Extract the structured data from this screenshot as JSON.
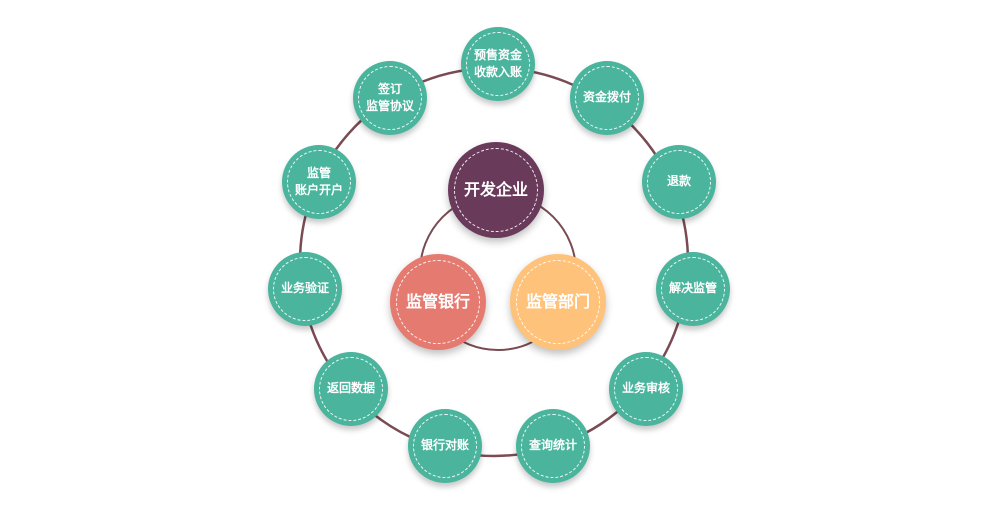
{
  "colors": {
    "outer_node": "#4ab49d",
    "ring_line": "#7a4b52",
    "developer": "#6a3a5a",
    "bank": "#e57b70",
    "regulator": "#fec27a"
  },
  "center": {
    "developer": "开发企业",
    "bank": "监管银行",
    "regulator": "监管部门"
  },
  "outer_nodes": [
    "预售资金\n收款入账",
    "资金拨付",
    "退款",
    "解决监管",
    "业务审核",
    "查询统计",
    "银行对账",
    "返回数据",
    "业务验证",
    "监管\n账户开户",
    "签订\n监管协议"
  ]
}
